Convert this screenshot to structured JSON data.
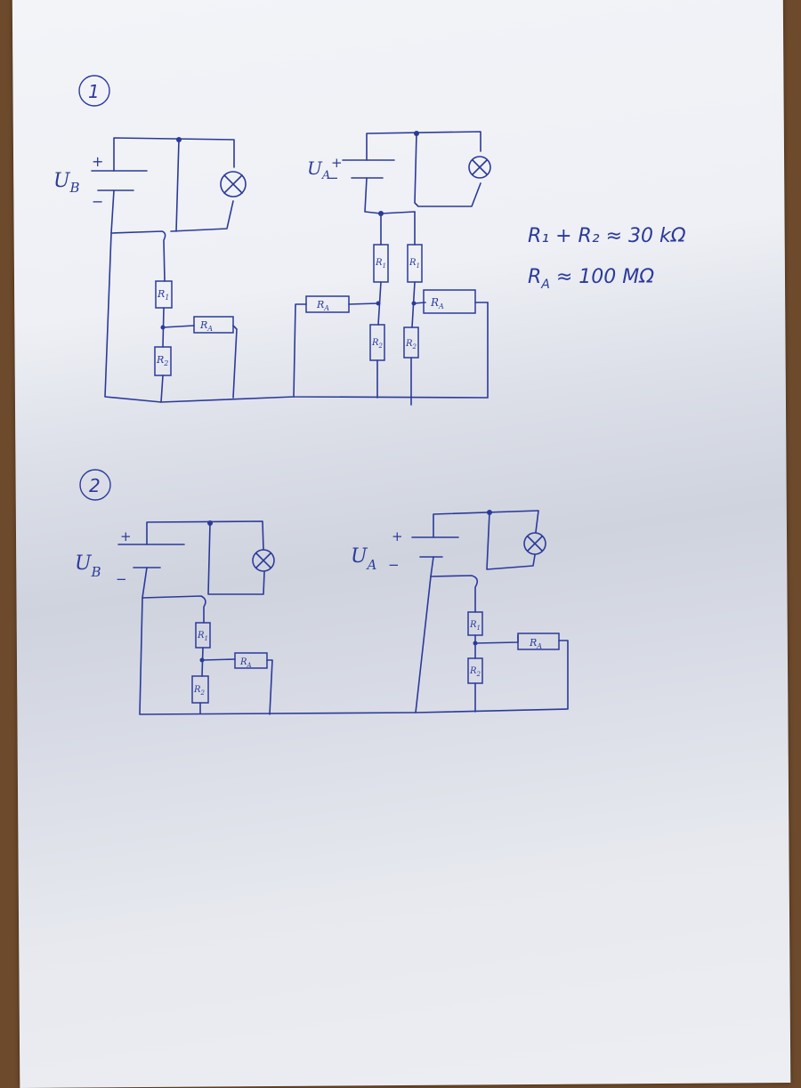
{
  "sections": [
    {
      "number": "1"
    },
    {
      "number": "2"
    }
  ],
  "labels": {
    "ub": "U",
    "ub_sub": "B",
    "ua": "U",
    "ua_sub": "A",
    "plus": "+",
    "minus": "−",
    "r1": "R",
    "r1_sub": "1",
    "r2": "R",
    "r2_sub": "2",
    "ra": "R",
    "ra_sub": "A"
  },
  "formulas": {
    "line1": "R₁ + R₂ ≈ 30 kΩ",
    "line2": "R_A ≈ 100 MΩ"
  },
  "colors": {
    "ink": "#2b3a9a",
    "paper": "#eef0f5",
    "table": "#6e4a2c"
  }
}
